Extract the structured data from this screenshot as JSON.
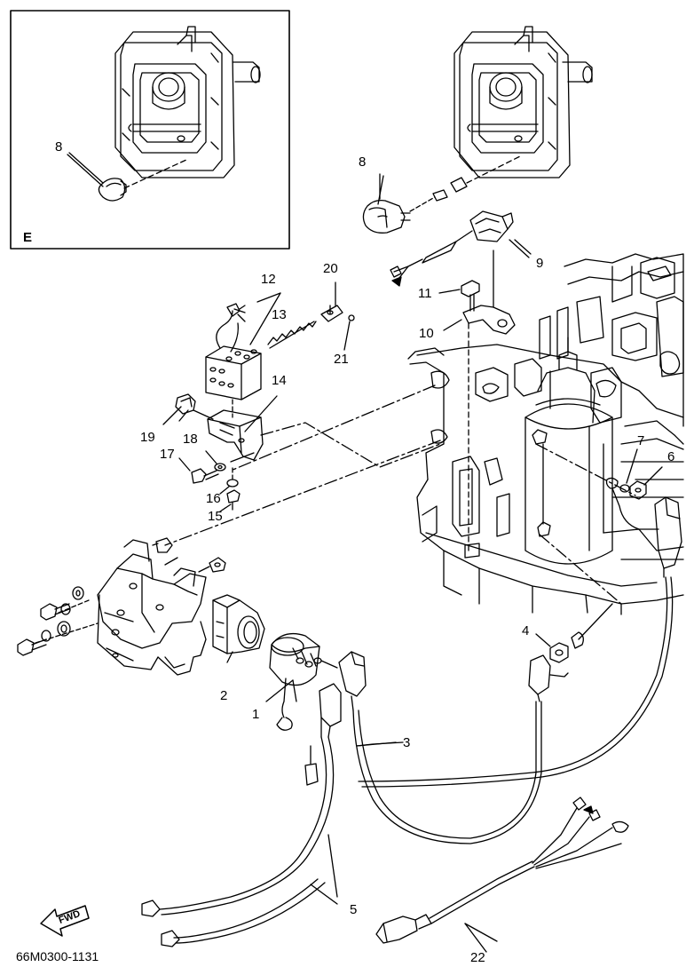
{
  "inset": {
    "letter": "E",
    "callout": "8"
  },
  "callouts": {
    "p1": "1",
    "p2": "2",
    "p3": "3",
    "p4": "4",
    "p5": "5",
    "p6": "6",
    "p7": "7",
    "p8": "8",
    "p9": "9",
    "p10": "10",
    "p11": "11",
    "p12": "12",
    "p13": "13",
    "p14": "14",
    "p15": "15",
    "p16": "16",
    "p17": "17",
    "p18": "18",
    "p19": "19",
    "p20": "20",
    "p21": "21",
    "p22": "22"
  },
  "fwd_label": "FWD",
  "reference_code": "66M0300-1131",
  "colors": {
    "ink": "#000000",
    "paper": "#ffffff"
  }
}
